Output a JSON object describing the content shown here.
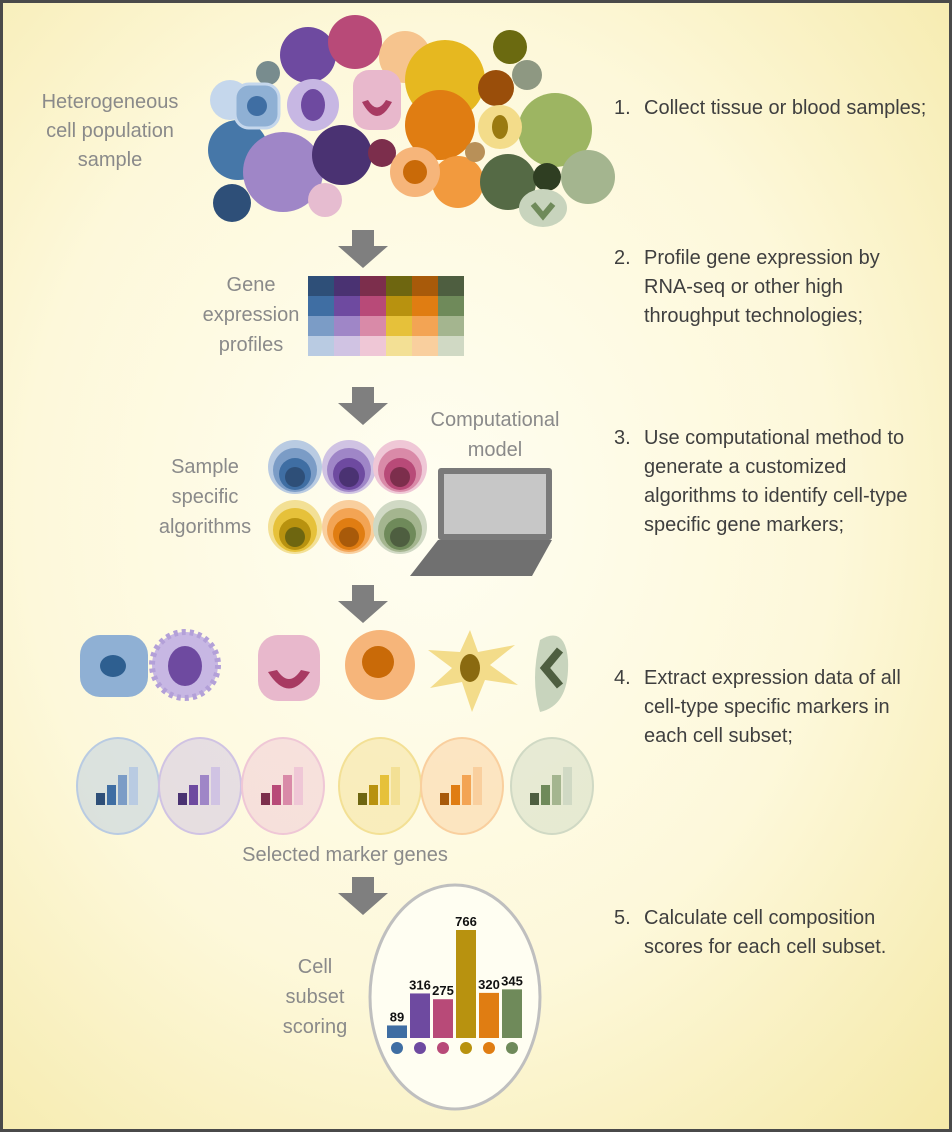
{
  "labels": {
    "sample": "Heterogeneous cell population sample",
    "profiles": "Gene expression profiles",
    "algorithms": "Sample specific algorithms",
    "model": "Computational model",
    "markers": "Selected marker genes",
    "scoring": "Cell subset scoring"
  },
  "steps": [
    {
      "num": "1.",
      "text": "Collect tissue or blood samples;"
    },
    {
      "num": "2.",
      "text": "Profile gene expression by RNA-seq or other high throughput technologies;"
    },
    {
      "num": "3.",
      "text": "Use computational method to generate a customized algorithms to identify cell-type specific gene markers;"
    },
    {
      "num": "4.",
      "text": "Extract expression data of all cell-type specific markers in each cell subset;"
    },
    {
      "num": "5.",
      "text": "Calculate cell composition scores for each cell subset."
    }
  ],
  "palette": [
    "#3f6ea3",
    "#6e4aa0",
    "#b84a78",
    "#b8920f",
    "#e07d12",
    "#6f8a5a"
  ],
  "chart_data": {
    "type": "bar",
    "values": [
      89,
      316,
      275,
      766,
      320,
      345
    ],
    "colors": [
      "#3f6ea3",
      "#6e4aa0",
      "#b84a78",
      "#b8920f",
      "#e07d12",
      "#6f8a5a"
    ]
  }
}
